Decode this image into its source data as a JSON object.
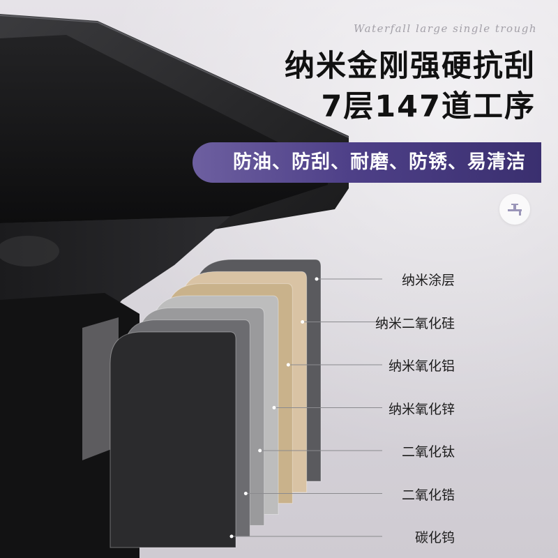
{
  "tagline": "Waterfall large single trough",
  "headline": {
    "line1": "纳米金刚强硬抗刮",
    "line2": "7层147道工序"
  },
  "features": "防油、防刮、耐磨、防锈、易清洁",
  "icons": {
    "tap_badge": "faucet-icon"
  },
  "layers": [
    {
      "label": "纳米涂层",
      "color": "#5a5a5e"
    },
    {
      "label": "纳米二氧化硅",
      "color": "#d9c3a4"
    },
    {
      "label": "纳米氧化铝",
      "color": "#c9b28b"
    },
    {
      "label": "纳米氧化锌",
      "color": "#bdbdbd"
    },
    {
      "label": "二氧化钛",
      "color": "#9a9a9c"
    },
    {
      "label": "二氧化锆",
      "color": "#6c6c70"
    },
    {
      "label": "碳化钨",
      "color": "#2b2b2d"
    }
  ]
}
